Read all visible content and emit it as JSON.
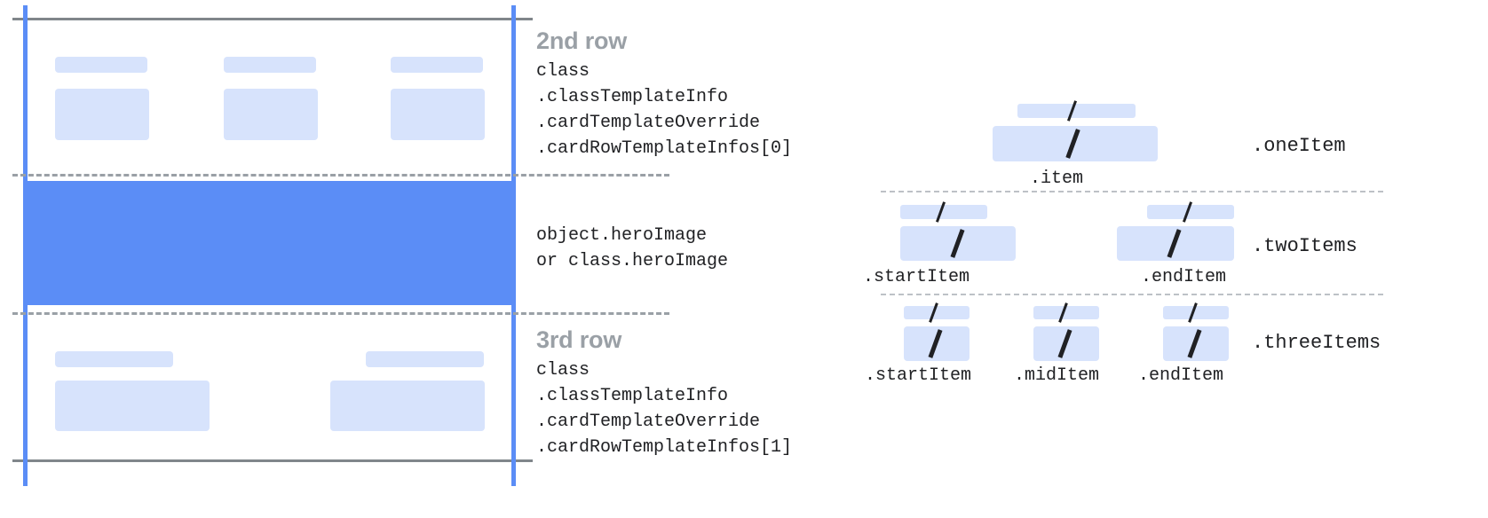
{
  "diagram": {
    "title_semantics": "google-wallet-card-row-template-anatomy",
    "colors": {
      "accent_blue": "#5b8df6",
      "placeholder_blue": "#d7e3fc",
      "rule_gray": "#80868b",
      "dash_gray": "#9aa0a6",
      "heading_gray": "#9aa0a6",
      "code_black": "#202124"
    }
  },
  "card_mock": {
    "rows": [
      {
        "id": "second-row",
        "placeholders": [
          {
            "label_bar": true,
            "value_box": true
          },
          {
            "label_bar": true,
            "value_box": true
          },
          {
            "label_bar": true,
            "value_box": true
          }
        ]
      },
      {
        "id": "hero-row",
        "hero": true
      },
      {
        "id": "third-row",
        "placeholders": [
          {
            "label_bar": true,
            "value_box": true
          },
          {
            "label_bar": true,
            "value_box": true
          }
        ]
      }
    ]
  },
  "annotations": [
    {
      "id": "second-row",
      "title": "2nd row",
      "code_lines": [
        "class",
        ".classTemplateInfo",
        ".cardTemplateOverride",
        ".cardRowTemplateInfos[0]"
      ]
    },
    {
      "id": "hero-row",
      "title": "",
      "code_lines": [
        "object.heroImage",
        "or class.heroImage"
      ]
    },
    {
      "id": "third-row",
      "title": "3rd row",
      "code_lines": [
        "class",
        ".classTemplateInfo",
        ".cardTemplateOverride",
        ".cardRowTemplateInfos[1]"
      ]
    }
  ],
  "items_diagram": {
    "groups": [
      {
        "id": "one-item",
        "group_label": ".oneItem",
        "items": [
          {
            "sub_label": ".item"
          }
        ]
      },
      {
        "id": "two-items",
        "group_label": ".twoItems",
        "items": [
          {
            "sub_label": ".startItem"
          },
          {
            "sub_label": ".endItem"
          }
        ]
      },
      {
        "id": "three-items",
        "group_label": ".threeItems",
        "items": [
          {
            "sub_label": ".startItem"
          },
          {
            "sub_label": ".midItem"
          },
          {
            "sub_label": ".endItem"
          }
        ]
      }
    ]
  }
}
